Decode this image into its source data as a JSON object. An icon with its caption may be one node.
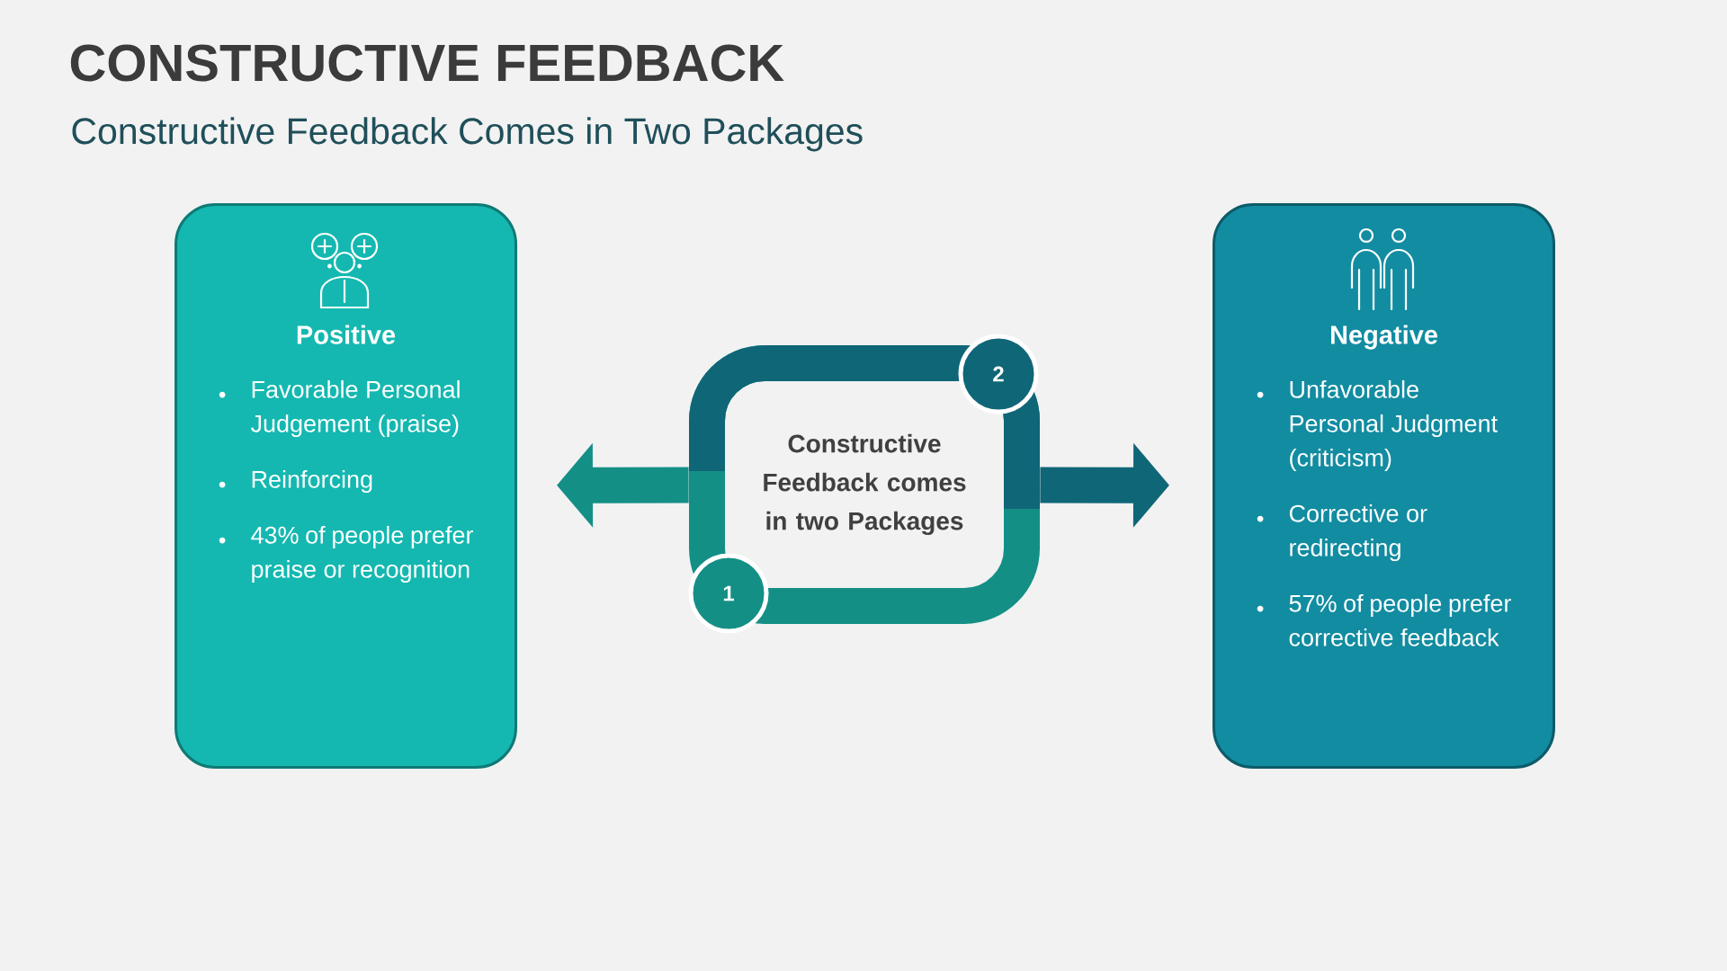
{
  "diagram": {
    "title": "CONSTRUCTIVE FEEDBACK",
    "nodes": [
      {
        "text": [
          "Positive",
          "Favorable Personal Judgement (praise)",
          "Reinforcing",
          "43% of people prefer praise or recognition"
        ]
      },
      {
        "text": [
          "Constructive Feedback comes in two Packages"
        ]
      },
      {
        "text": [
          "1"
        ]
      },
      {
        "text": [
          "2"
        ]
      },
      {
        "text": [
          "Negative",
          "Unfavorable Personal Judgment (criticism)",
          "Corrective or redirecting",
          "57% of people prefer corrective feedback"
        ]
      }
    ],
    "edges": [
      {
        "from": 1,
        "to": 0,
        "arrow": "to",
        "color": "#148f86"
      },
      {
        "from": 1,
        "to": 4,
        "arrow": "to",
        "color": "#0f6677"
      }
    ],
    "labels": [
      "Constructive Feedback Comes in Two Packages"
    ]
  }
}
